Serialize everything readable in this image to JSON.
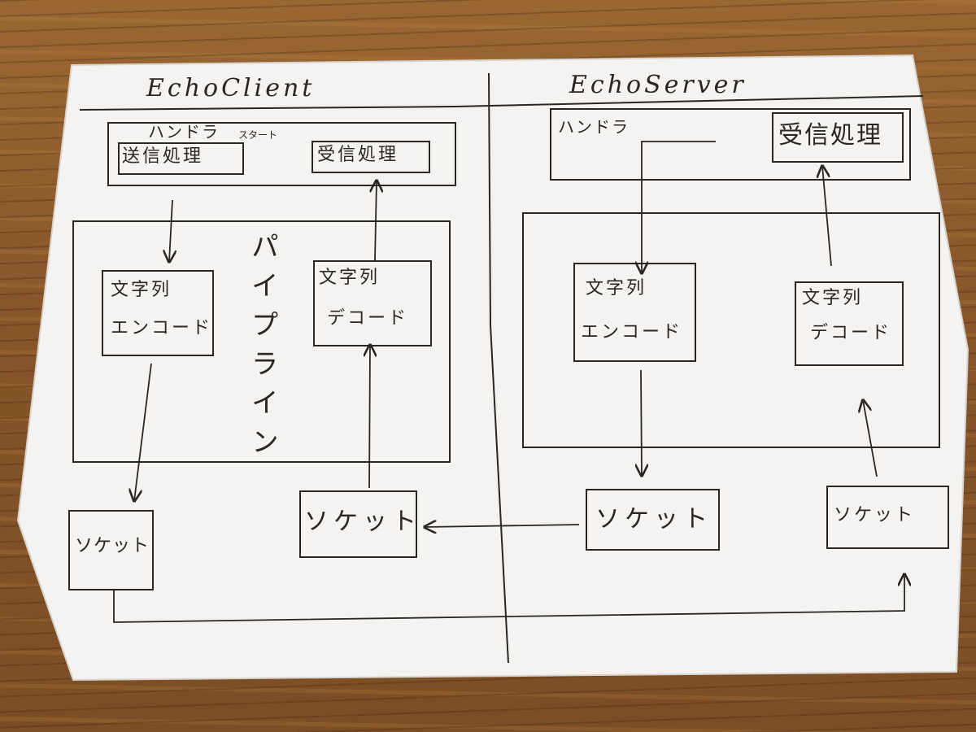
{
  "client": {
    "title": "EchoClient",
    "handler_label": "ハンドラ",
    "start_label": "スタート",
    "send_label": "送信処理",
    "receive_label": "受信処理",
    "pipeline_label": "パイプライン",
    "encoder_line1": "文字列",
    "encoder_line2": "エンコード",
    "decoder_line1": "文字列",
    "decoder_line2": "デコード",
    "socket_left": "ソケット",
    "socket_right": "ソケット"
  },
  "server": {
    "title": "EchoServer",
    "handler_label": "ハンドラ",
    "receive_label": "受信処理",
    "encoder_line1": "文字列",
    "encoder_line2": "エンコード",
    "decoder_line1": "文字列",
    "decoder_line2": "デコード",
    "socket_left": "ソケット",
    "socket_right": "ソケット"
  },
  "colors": {
    "paper": "#f4f3f1",
    "ink": "#2a2622",
    "wood": "#8a5a2b"
  }
}
